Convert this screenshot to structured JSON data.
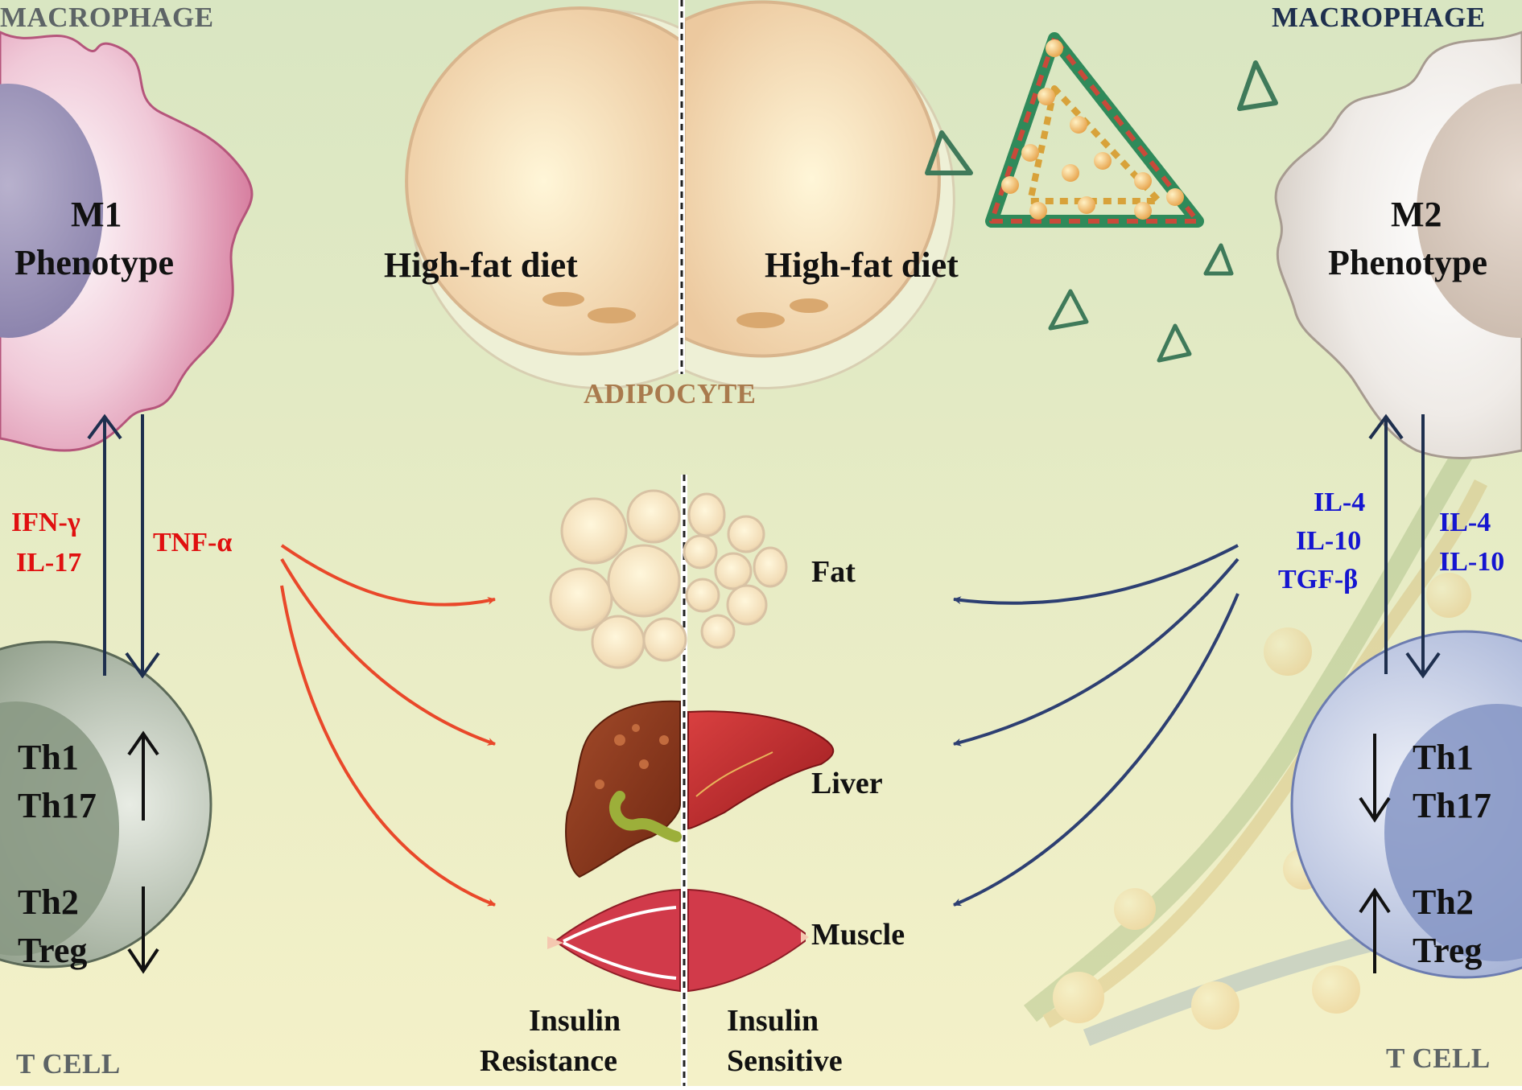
{
  "colors": {
    "background_top": "#d9e6c2",
    "background_bottom": "#f4f1c8",
    "pro_inflammatory": "#e01010",
    "anti_inflammatory": "#1515d0",
    "arrow_red": "#e9482a",
    "arrow_navy": "#2d3f72",
    "m1_macrophage": "#d77fa0",
    "m2_macrophage": "#d4ccc4",
    "t_cell_left": "#8a9984",
    "t_cell_right": "#97a6cf"
  },
  "left": {
    "macrophage_tag": "MACROPHAGE",
    "phenotype_line1": "M1",
    "phenotype_line2": "Phenotype",
    "cytokines_up_line1": "IFN-γ",
    "cytokines_up_line2": "IL-17",
    "cytokine_down": "TNF-α",
    "tcell_group1_line1": "Th1",
    "tcell_group1_line2": "Th17",
    "tcell_group2_line1": "Th2",
    "tcell_group2_line2": "Treg",
    "tcell_tag": "T CELL"
  },
  "right": {
    "macrophage_tag": "MACROPHAGE",
    "phenotype_line1": "M2",
    "phenotype_line2": "Phenotype",
    "cytokines_up_line1": "IL-4",
    "cytokines_up_line2": "IL-10",
    "cytokines_up_line3": "TGF-β",
    "cytokines_down_line1": "IL-4",
    "cytokines_down_line2": "IL-10",
    "tcell_group1_line1": "Th1",
    "tcell_group1_line2": "Th17",
    "tcell_group2_line1": "Th2",
    "tcell_group2_line2": "Treg",
    "tcell_tag": "T CELL"
  },
  "center": {
    "diet_left": "High-fat diet",
    "diet_right": "High-fat diet",
    "adipocyte_tag": "ADIPOCYTE",
    "organs": [
      "Fat",
      "Liver",
      "Muscle"
    ],
    "outcome_left_line1": "Insulin",
    "outcome_left_line2": "Resistance",
    "outcome_right_line1": "Insulin",
    "outcome_right_line2": "Sensitive"
  }
}
